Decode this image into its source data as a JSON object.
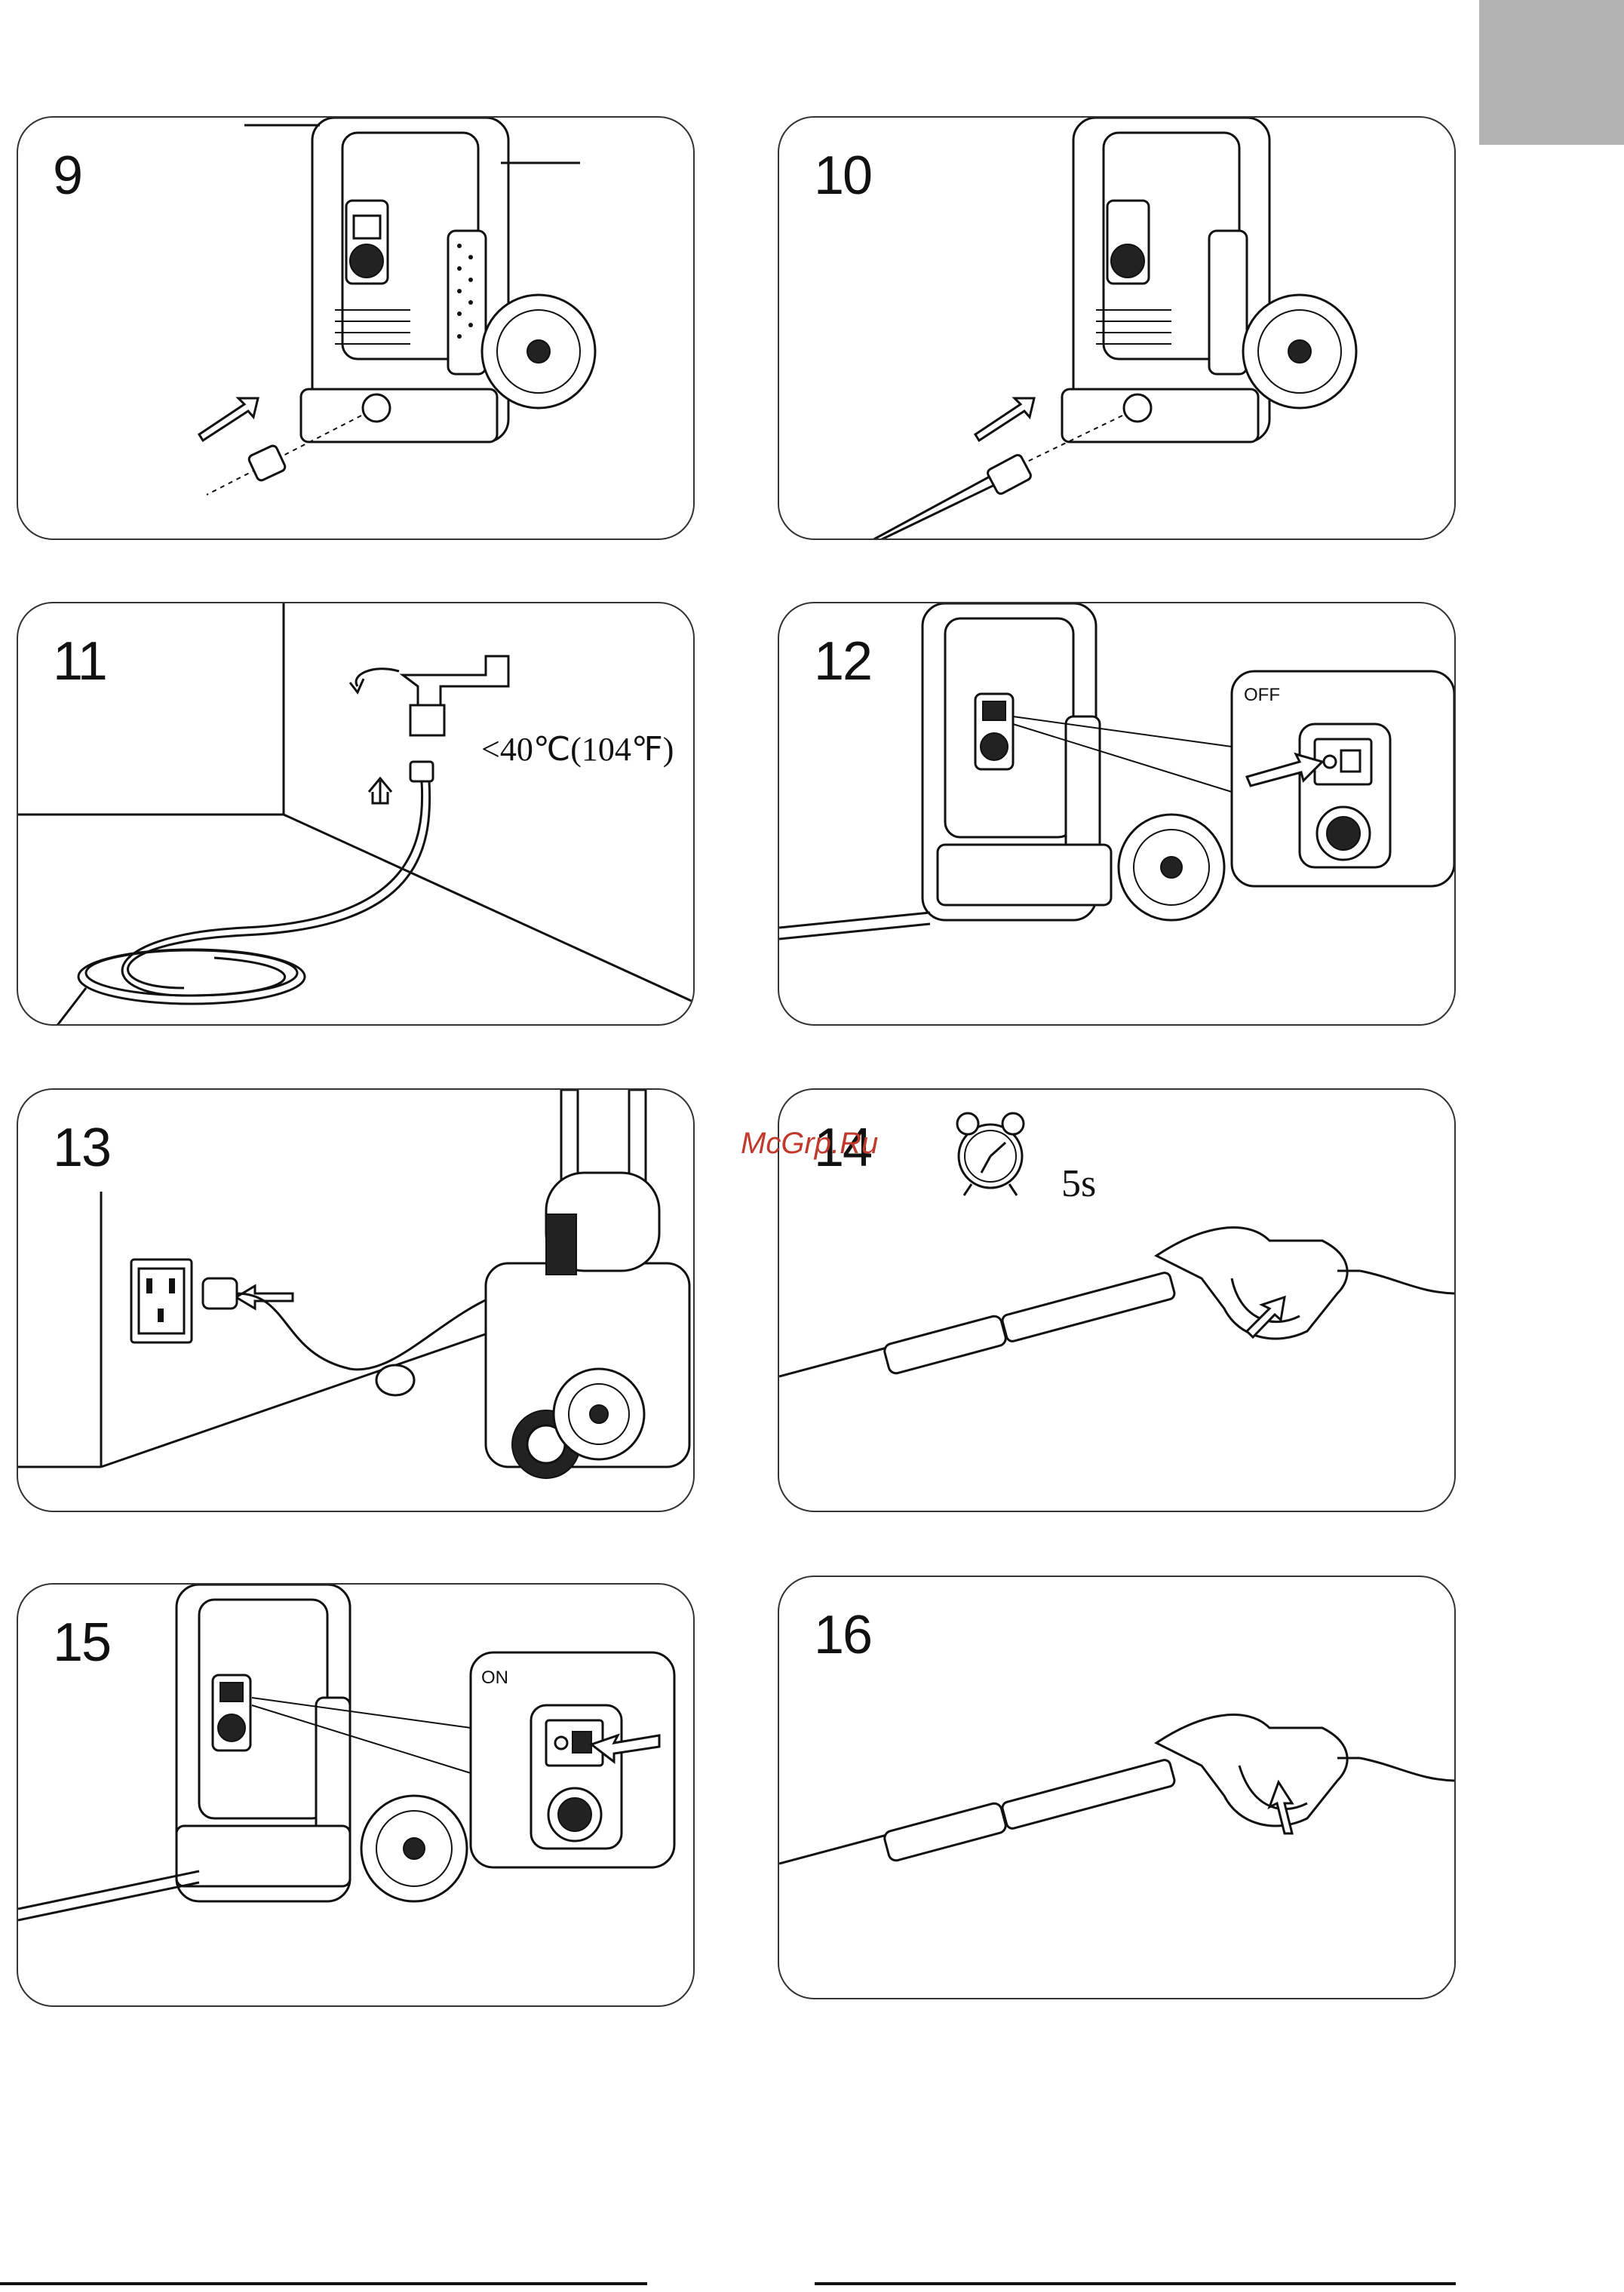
{
  "steps": [
    {
      "number": "9"
    },
    {
      "number": "10"
    },
    {
      "number": "11",
      "temperature": "<40℃(104℉)"
    },
    {
      "number": "12",
      "switch_state": "OFF"
    },
    {
      "number": "13"
    },
    {
      "number": "14",
      "duration": "5s"
    },
    {
      "number": "15",
      "switch_state": "ON"
    },
    {
      "number": "16"
    }
  ],
  "watermark": "McGrp.Ru",
  "colors": {
    "tab": "#b3b3b3",
    "watermark": "#c0392b",
    "line": "#111111"
  }
}
